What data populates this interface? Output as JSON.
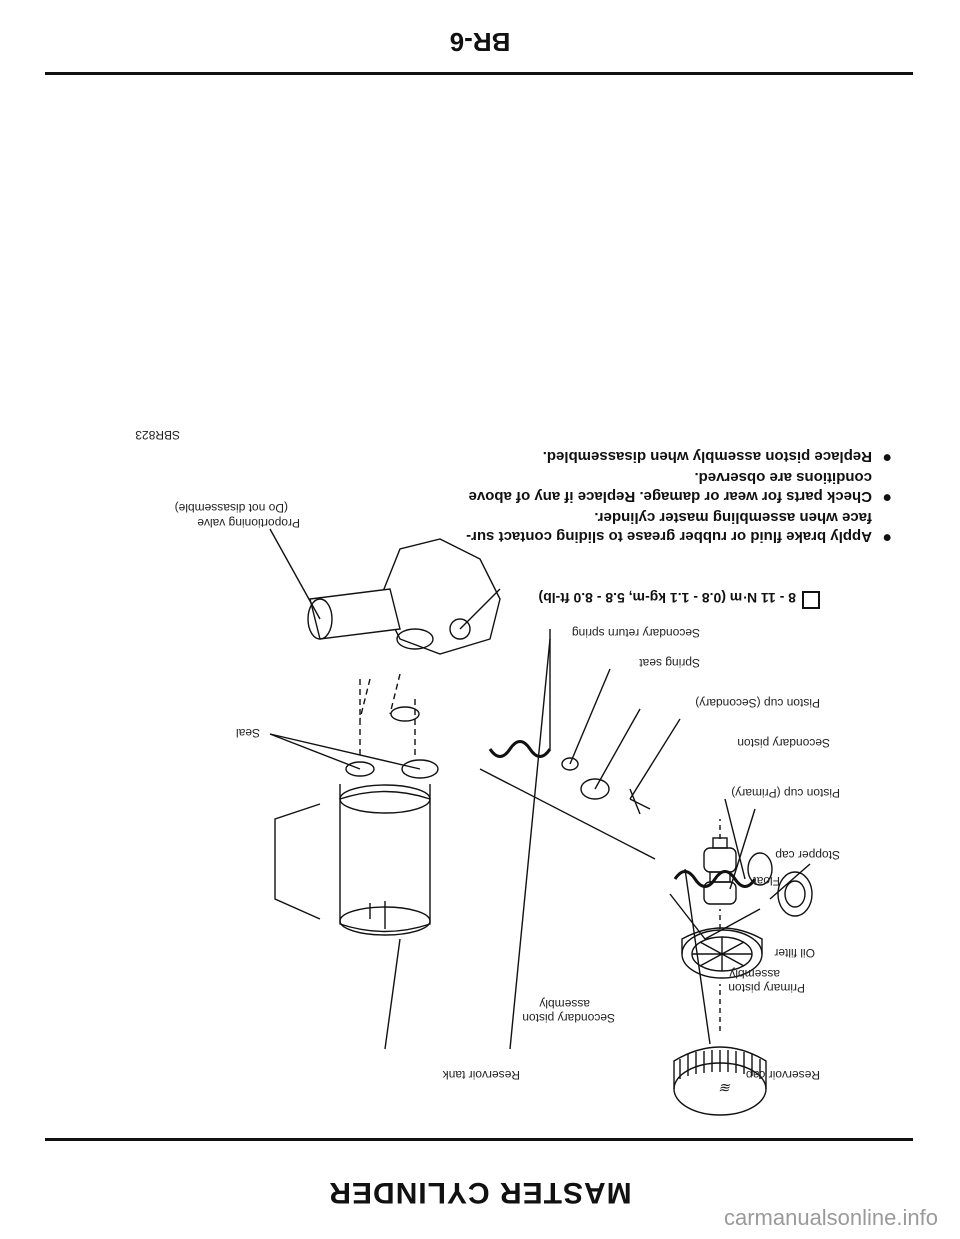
{
  "header": {
    "section_title": "MASTER CYLINDER"
  },
  "footer": {
    "page_number": "BR-6"
  },
  "figure_code": "SBR823",
  "torque_spec": "8 - 11 N·m (0.8 - 1.1 kg-m, 5.8 - 8.0 ft-lb)",
  "notes": [
    "Apply brake fluid or rubber grease to sliding contact sur-",
    "face when assembling master cylinder.",
    "Check parts for wear or damage. Replace if any of above",
    "conditions are observed.",
    "Replace piston assembly when disassembled."
  ],
  "labels": {
    "reservoir_cap": "Reservoir cap",
    "reservoir_tank": "Reservoir tank",
    "oil_filter": "Oil filter",
    "float": "Float",
    "seal": "Seal",
    "proportioning_valve_1": "Proportioning valve",
    "proportioning_valve_2": "(Do not disassemble)",
    "secondary_piston_assembly_1": "Secondary piston",
    "secondary_piston_assembly_2": "assembly",
    "primary_piston_assembly_1": "Primary piston",
    "primary_piston_assembly_2": "assembly",
    "stopper_cap": "Stopper cap",
    "piston_cup_primary": "Piston cup (Primary)",
    "secondary_piston": "Secondary piston",
    "piston_cup_secondary": "Piston cup (Secondary)",
    "spring_seat": "Spring seat",
    "secondary_return_spring": "Secondary return spring"
  },
  "watermark": "carmanualsonline.info"
}
